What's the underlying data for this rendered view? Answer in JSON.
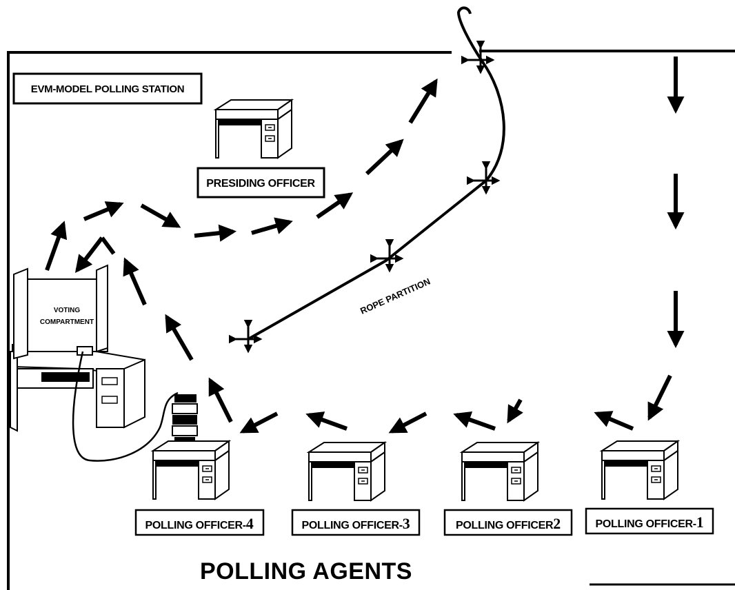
{
  "title": "EVM-MODEL POLLING STATION",
  "presiding_officer": "PRESIDING OFFICER",
  "voting_compartment": {
    "line1": "VOTING",
    "line2": "COMPARTMENT"
  },
  "rope_partition": "ROPE PARTITION",
  "polling_officers": [
    {
      "text": "POLLING OFFICER-",
      "num": "1"
    },
    {
      "text": "POLLING OFFICER",
      "num": "2"
    },
    {
      "text": "POLLING OFFICER-",
      "num": "3"
    },
    {
      "text": "POLLING OFFICER-",
      "num": "4"
    }
  ],
  "polling_agents": "POLLING AGENTS",
  "icons": [
    "desk-icon",
    "voting-compartment-icon",
    "evm-machine-icon",
    "direction-arrow-icon",
    "stake-cross-icon"
  ],
  "colors": {
    "ink": "#000000",
    "paper": "#ffffff"
  }
}
